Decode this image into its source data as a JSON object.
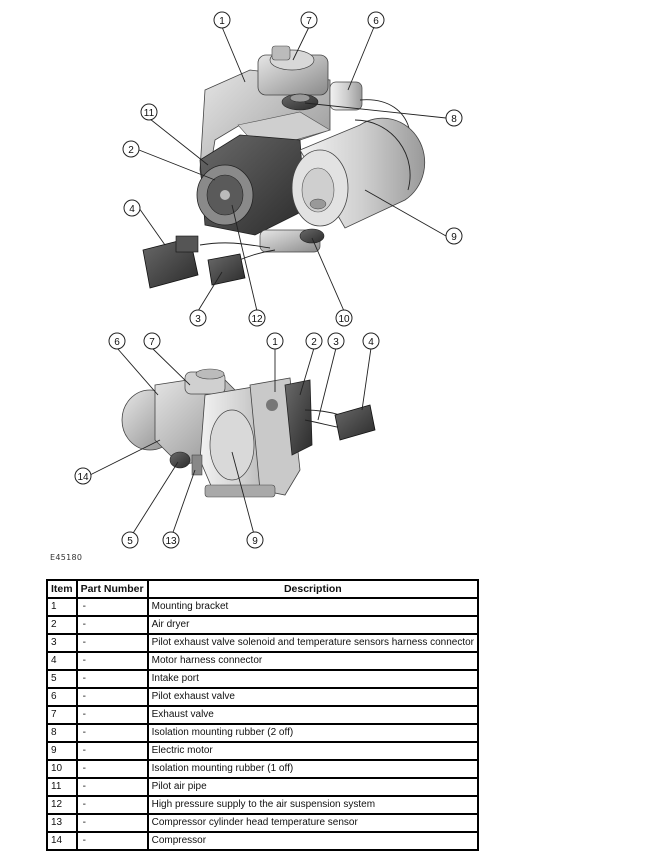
{
  "figure_code": "E45180",
  "callouts_top": [
    "1",
    "7",
    "6",
    "11",
    "8",
    "2",
    "9",
    "4",
    "3",
    "12",
    "10"
  ],
  "callouts_bottom": [
    "6",
    "7",
    "1",
    "2",
    "3",
    "4",
    "14",
    "5",
    "13",
    "9"
  ],
  "table": {
    "headers": {
      "item": "Item",
      "part_number": "Part Number",
      "description": "Description"
    },
    "rows": [
      {
        "item": "1",
        "part_number": "-",
        "description": "Mounting bracket"
      },
      {
        "item": "2",
        "part_number": "-",
        "description": "Air dryer"
      },
      {
        "item": "3",
        "part_number": "-",
        "description": "Pilot exhaust valve solenoid and temperature sensors harness connector"
      },
      {
        "item": "4",
        "part_number": "-",
        "description": "Motor harness connector"
      },
      {
        "item": "5",
        "part_number": "-",
        "description": "Intake port"
      },
      {
        "item": "6",
        "part_number": "-",
        "description": "Pilot exhaust valve"
      },
      {
        "item": "7",
        "part_number": "-",
        "description": "Exhaust valve"
      },
      {
        "item": "8",
        "part_number": "-",
        "description": "Isolation mounting rubber (2 off)"
      },
      {
        "item": "9",
        "part_number": "-",
        "description": "Electric motor"
      },
      {
        "item": "10",
        "part_number": "-",
        "description": "Isolation mounting rubber (1 off)"
      },
      {
        "item": "11",
        "part_number": "-",
        "description": "Pilot air pipe"
      },
      {
        "item": "12",
        "part_number": "-",
        "description": "High pressure supply to the air suspension system"
      },
      {
        "item": "13",
        "part_number": "-",
        "description": "Compressor cylinder head temperature sensor"
      },
      {
        "item": "14",
        "part_number": "-",
        "description": "Compressor"
      }
    ]
  }
}
